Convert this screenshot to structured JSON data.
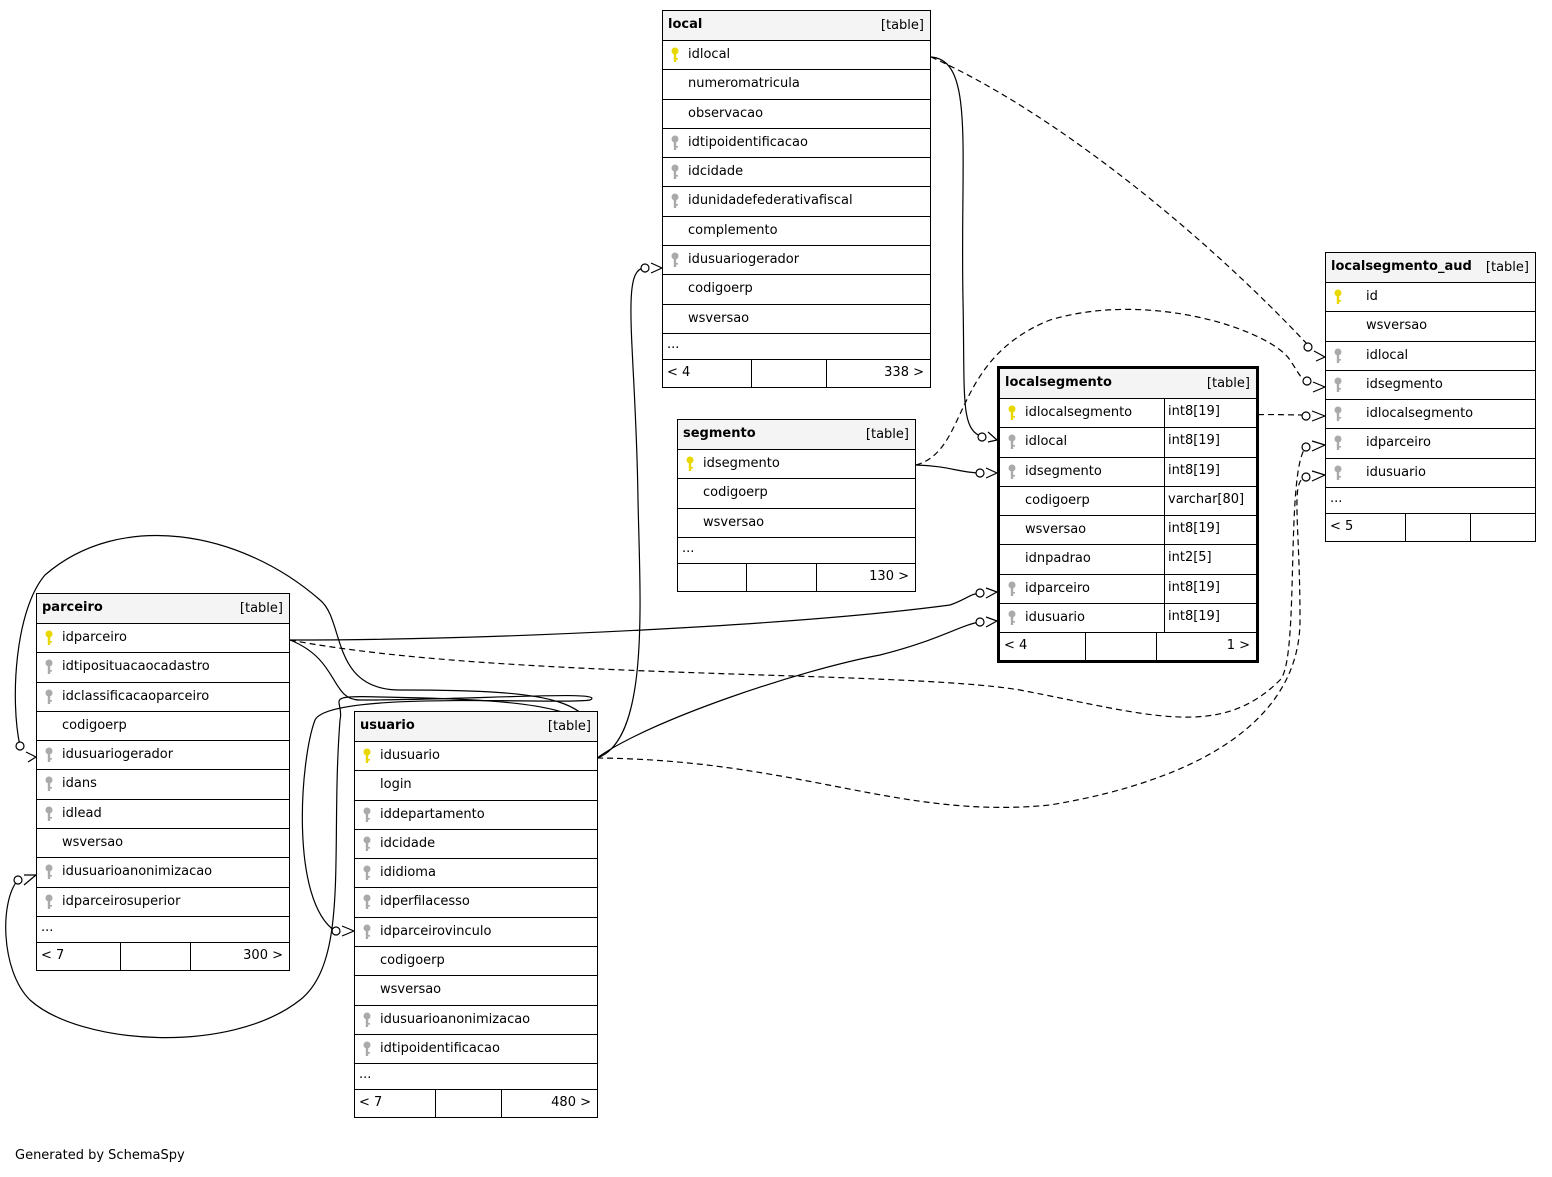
{
  "colors": {
    "primary_key": "#e8d800",
    "foreign_key": "#aaaaaa",
    "header_bg": "#f4f4f4"
  },
  "tables": {
    "local": {
      "name": "local",
      "type": "[table]",
      "rows": [
        {
          "name": "idlocal",
          "key": "primary"
        },
        {
          "name": "numeromatricula",
          "key": "none"
        },
        {
          "name": "observacao",
          "key": "none"
        },
        {
          "name": "idtipoidentificacao",
          "key": "foreign"
        },
        {
          "name": "idcidade",
          "key": "foreign"
        },
        {
          "name": "idunidadefederativafiscal",
          "key": "foreign"
        },
        {
          "name": "complemento",
          "key": "none"
        },
        {
          "name": "idusuariogerador",
          "key": "foreign"
        },
        {
          "name": "codigoerp",
          "key": "none"
        },
        {
          "name": "wsversao",
          "key": "none"
        }
      ],
      "more": "...",
      "footer": {
        "left": "< 4",
        "mid": "",
        "right": "338 >"
      }
    },
    "segmento": {
      "name": "segmento",
      "type": "[table]",
      "rows": [
        {
          "name": "idsegmento",
          "key": "primary"
        },
        {
          "name": "codigoerp",
          "key": "none"
        },
        {
          "name": "wsversao",
          "key": "none"
        }
      ],
      "more": "...",
      "footer": {
        "left": "",
        "mid": "",
        "right": "130 >"
      }
    },
    "localsegmento": {
      "name": "localsegmento",
      "type": "[table]",
      "rows": [
        {
          "name": "idlocalsegmento",
          "key": "primary",
          "dtype": "int8[19]"
        },
        {
          "name": "idlocal",
          "key": "foreign",
          "dtype": "int8[19]"
        },
        {
          "name": "idsegmento",
          "key": "foreign",
          "dtype": "int8[19]"
        },
        {
          "name": "codigoerp",
          "key": "none",
          "dtype": "varchar[80]"
        },
        {
          "name": "wsversao",
          "key": "none",
          "dtype": "int8[19]"
        },
        {
          "name": "idnpadrao",
          "key": "none",
          "dtype": "int2[5]"
        },
        {
          "name": "idparceiro",
          "key": "foreign",
          "dtype": "int8[19]"
        },
        {
          "name": "idusuario",
          "key": "foreign",
          "dtype": "int8[19]"
        }
      ],
      "footer": {
        "left": "< 4",
        "mid": "",
        "right": "1 >"
      }
    },
    "localsegmento_aud": {
      "name": "localsegmento_aud",
      "type": "[table]",
      "rows": [
        {
          "name": "id",
          "key": "primary"
        },
        {
          "name": "wsversao",
          "key": "none"
        },
        {
          "name": "idlocal",
          "key": "foreign"
        },
        {
          "name": "idsegmento",
          "key": "foreign"
        },
        {
          "name": "idlocalsegmento",
          "key": "foreign"
        },
        {
          "name": "idparceiro",
          "key": "foreign"
        },
        {
          "name": "idusuario",
          "key": "foreign"
        }
      ],
      "more": "...",
      "footer": {
        "left": "< 5",
        "mid": "",
        "right": ""
      }
    },
    "parceiro": {
      "name": "parceiro",
      "type": "[table]",
      "rows": [
        {
          "name": "idparceiro",
          "key": "primary"
        },
        {
          "name": "idtiposituacaocadastro",
          "key": "foreign"
        },
        {
          "name": "idclassificacaoparceiro",
          "key": "foreign"
        },
        {
          "name": "codigoerp",
          "key": "none"
        },
        {
          "name": "idusuariogerador",
          "key": "foreign"
        },
        {
          "name": "idans",
          "key": "foreign"
        },
        {
          "name": "idlead",
          "key": "foreign"
        },
        {
          "name": "wsversao",
          "key": "none"
        },
        {
          "name": "idusuarioanonimizacao",
          "key": "foreign"
        },
        {
          "name": "idparceirosuperior",
          "key": "foreign"
        }
      ],
      "more": "...",
      "footer": {
        "left": "< 7",
        "mid": "",
        "right": "300 >"
      }
    },
    "usuario": {
      "name": "usuario",
      "type": "[table]",
      "rows": [
        {
          "name": "idusuario",
          "key": "primary"
        },
        {
          "name": "login",
          "key": "none"
        },
        {
          "name": "iddepartamento",
          "key": "foreign"
        },
        {
          "name": "idcidade",
          "key": "foreign"
        },
        {
          "name": "ididioma",
          "key": "foreign"
        },
        {
          "name": "idperfilacesso",
          "key": "foreign"
        },
        {
          "name": "idparceirovinculo",
          "key": "foreign"
        },
        {
          "name": "codigoerp",
          "key": "none"
        },
        {
          "name": "wsversao",
          "key": "none"
        },
        {
          "name": "idusuarioanonimizacao",
          "key": "foreign"
        },
        {
          "name": "idtipoidentificacao",
          "key": "foreign"
        }
      ],
      "more": "...",
      "footer": {
        "left": "< 7",
        "mid": "",
        "right": "480 >"
      }
    }
  },
  "footer_text": "Generated by SchemaSpy"
}
